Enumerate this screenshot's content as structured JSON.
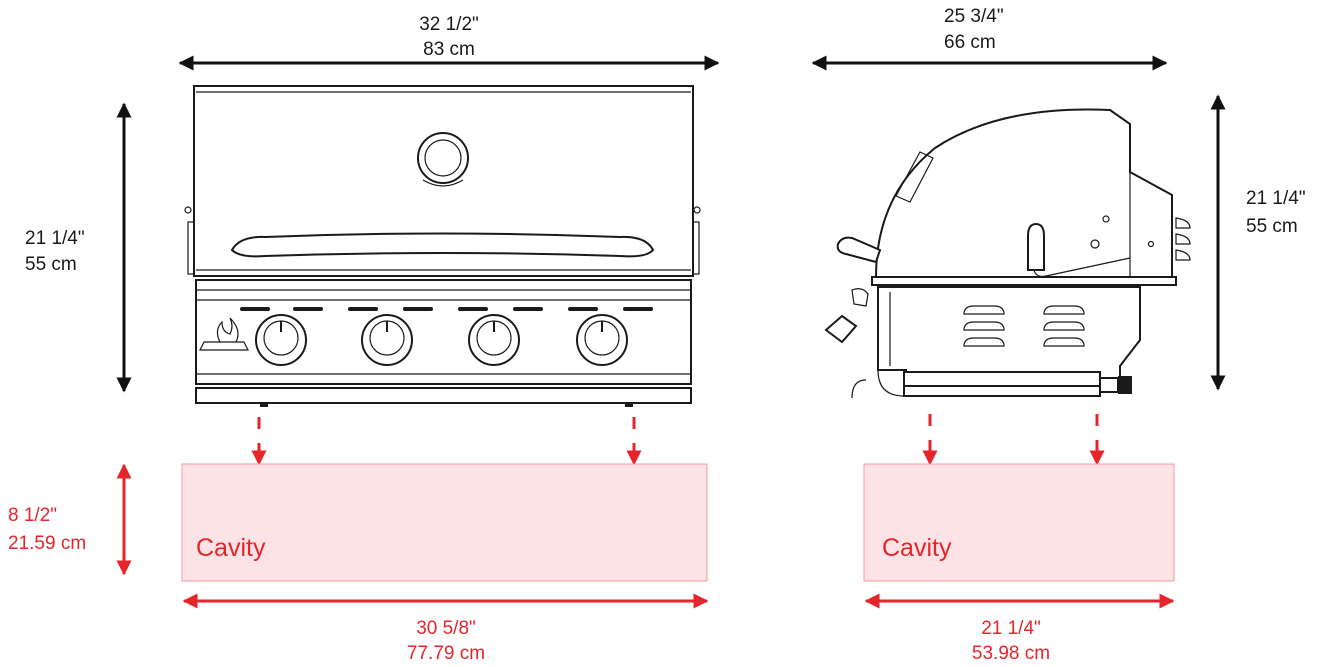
{
  "colors": {
    "ink": "#1a1a1a",
    "accent": "#e5252b",
    "cavity_fill": "#fde3e6"
  },
  "front_view": {
    "width_label": {
      "imperial": "32 1/2\"",
      "metric": "83 cm"
    },
    "height_label": {
      "imperial": "21 1/4\"",
      "metric": "55 cm"
    },
    "cavity": {
      "label": "Cavity",
      "height_label": {
        "imperial": "8 1/2\"",
        "metric": "21.59 cm"
      },
      "width_label": {
        "imperial": "30 5/8\"",
        "metric": "77.79 cm"
      }
    }
  },
  "side_view": {
    "depth_label": {
      "imperial": "25 3/4\"",
      "metric": "66 cm"
    },
    "height_label": {
      "imperial": "21 1/4\"",
      "metric": "55 cm"
    },
    "cavity": {
      "label": "Cavity",
      "depth_label": {
        "imperial": "21 1/4\"",
        "metric": "53.98 cm"
      }
    }
  },
  "icons": {
    "front_grill": "grill-front-icon",
    "side_grill": "grill-side-icon",
    "logo": "flame-logo-icon"
  }
}
